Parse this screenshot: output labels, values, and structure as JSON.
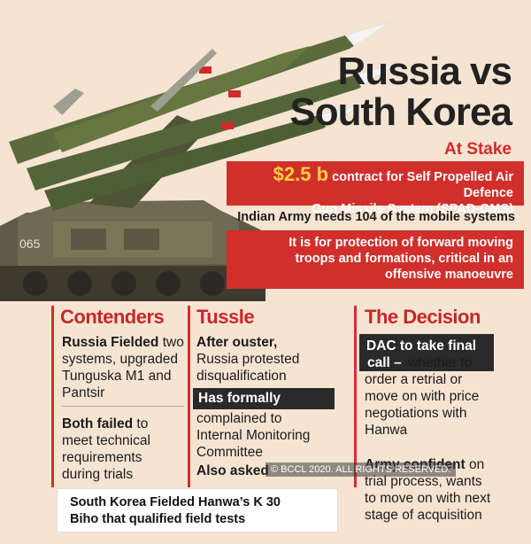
{
  "title": {
    "line1": "Russia vs",
    "line2": "South Korea"
  },
  "at_stake": "At Stake",
  "contract": {
    "amount": "$2.5 b",
    "text1": "contract for Self Propelled Air Defence",
    "text2": "Gun Missile System (SPAD-GMS)"
  },
  "army_need": "Indian Army needs 104 of the mobile systems",
  "protection": {
    "line1": "It is for protection of forward moving",
    "line2": "troops and formations, critical in an",
    "line3": "offensive manoeuvre"
  },
  "contenders": {
    "heading": "Contenders",
    "p1_bold": "Russia Fielded",
    "p1_rest1": " two",
    "p1_line2": "systems, upgraded",
    "p1_line3": "Tunguska M1 and",
    "p1_line4": "Pantsir",
    "p2_bold": "Both failed",
    "p2_rest1": " to",
    "p2_line2": "meet technical",
    "p2_line3": "requirements",
    "p2_line4": "during trials"
  },
  "tussle": {
    "heading": "Tussle",
    "p1_bold": "After ouster,",
    "p1_line2": "Russia protested",
    "p1_line3": "disqualification",
    "p2_bold": "Has formally",
    "p2_line2": "complained to",
    "p2_line3": "Internal Monitoring",
    "p2_line4": "Committee",
    "p3_bold": "Also asked"
  },
  "decision": {
    "heading": "The Decision",
    "p1_bold1": "DAC to take final",
    "p1_bold2": "call –",
    "p1_rest": " whether to",
    "p1_line3": "order a retrial or",
    "p1_line4": "move on with price",
    "p1_line5": "negotiations with",
    "p1_line6": "Hanwa",
    "p2_bold": "Army confident",
    "p2_rest": " on",
    "p2_line2": "trial process, wants",
    "p2_line3": "to move on with next",
    "p2_line4": "stage of acquisition"
  },
  "south_korea": {
    "line1": "South Korea Fielded Hanwa’s K 30",
    "line2": "Biho that qualified field tests"
  },
  "copyright": "© BCCL 2020. ALL RIGHTS RESERVED.",
  "colors": {
    "accent_red": "#d12f2c",
    "dark": "#2a2a2a",
    "background": "#f6e4d2",
    "amount_yellow": "#ffd23a"
  }
}
